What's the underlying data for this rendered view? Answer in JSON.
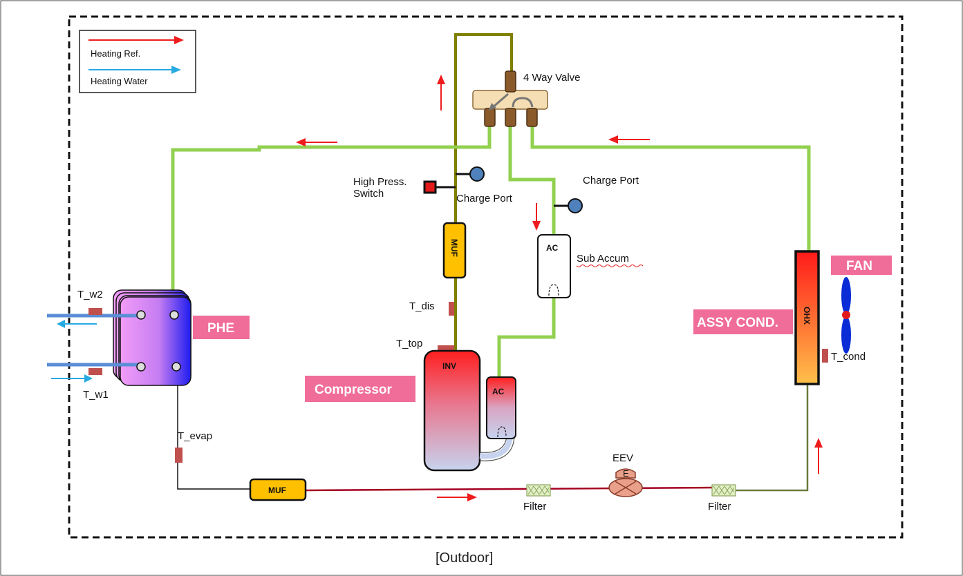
{
  "legend": {
    "heating_ref": "Heating Ref.",
    "heating_water": "Heating Water",
    "heating_ref_color": "#ee1c1c",
    "heating_water_color": "#27aae1"
  },
  "components": {
    "four_way_valve": "4 Way  Valve",
    "high_press_switch_line1": "High Press.",
    "high_press_switch_line2": "Switch",
    "charge_port_left": "Charge  Port",
    "charge_port_right": "Charge  Port",
    "muf_top": "MUF",
    "muf_bottom": "MUF",
    "sub_accum_ac": "AC",
    "sub_accum": "Sub Accum",
    "compressor": "Compressor",
    "inv": "INV",
    "comp_ac": "AC",
    "phe": "PHE",
    "ohx": "OHX",
    "fan": "FAN",
    "assy_cond": "ASSY COND.",
    "eev": "EEV",
    "eev_mark": "E",
    "filter_left": "Filter",
    "filter_right": "Filter"
  },
  "sensors": {
    "t_w2": "T_w2",
    "t_w1": "T_w1",
    "t_dis": "T_dis",
    "t_top": "T_top",
    "t_evap": "T_evap",
    "t_cond": "T_cond"
  },
  "caption": "[Outdoor]",
  "colors": {
    "pipe_green": "#92d050",
    "pipe_olive": "#7f7f00",
    "pipe_red": "#a50021",
    "label_pink": "#f06c99",
    "muf_yellow": "#ffc000"
  }
}
